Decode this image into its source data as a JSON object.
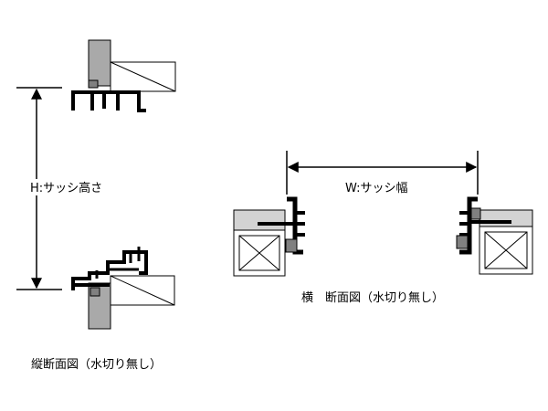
{
  "labels": {
    "height_dim": "H:サッシ高さ",
    "width_dim": "W:サッシ幅",
    "vertical_caption": "縦断面図（水切り無し）",
    "horizontal_caption": "横　断面図（水切り無し）"
  },
  "colors": {
    "line": "#000000",
    "wall_gray": "#a9a9a9",
    "light_gray": "#d3d3d3",
    "dark_block": "#808080",
    "background": "#ffffff"
  }
}
